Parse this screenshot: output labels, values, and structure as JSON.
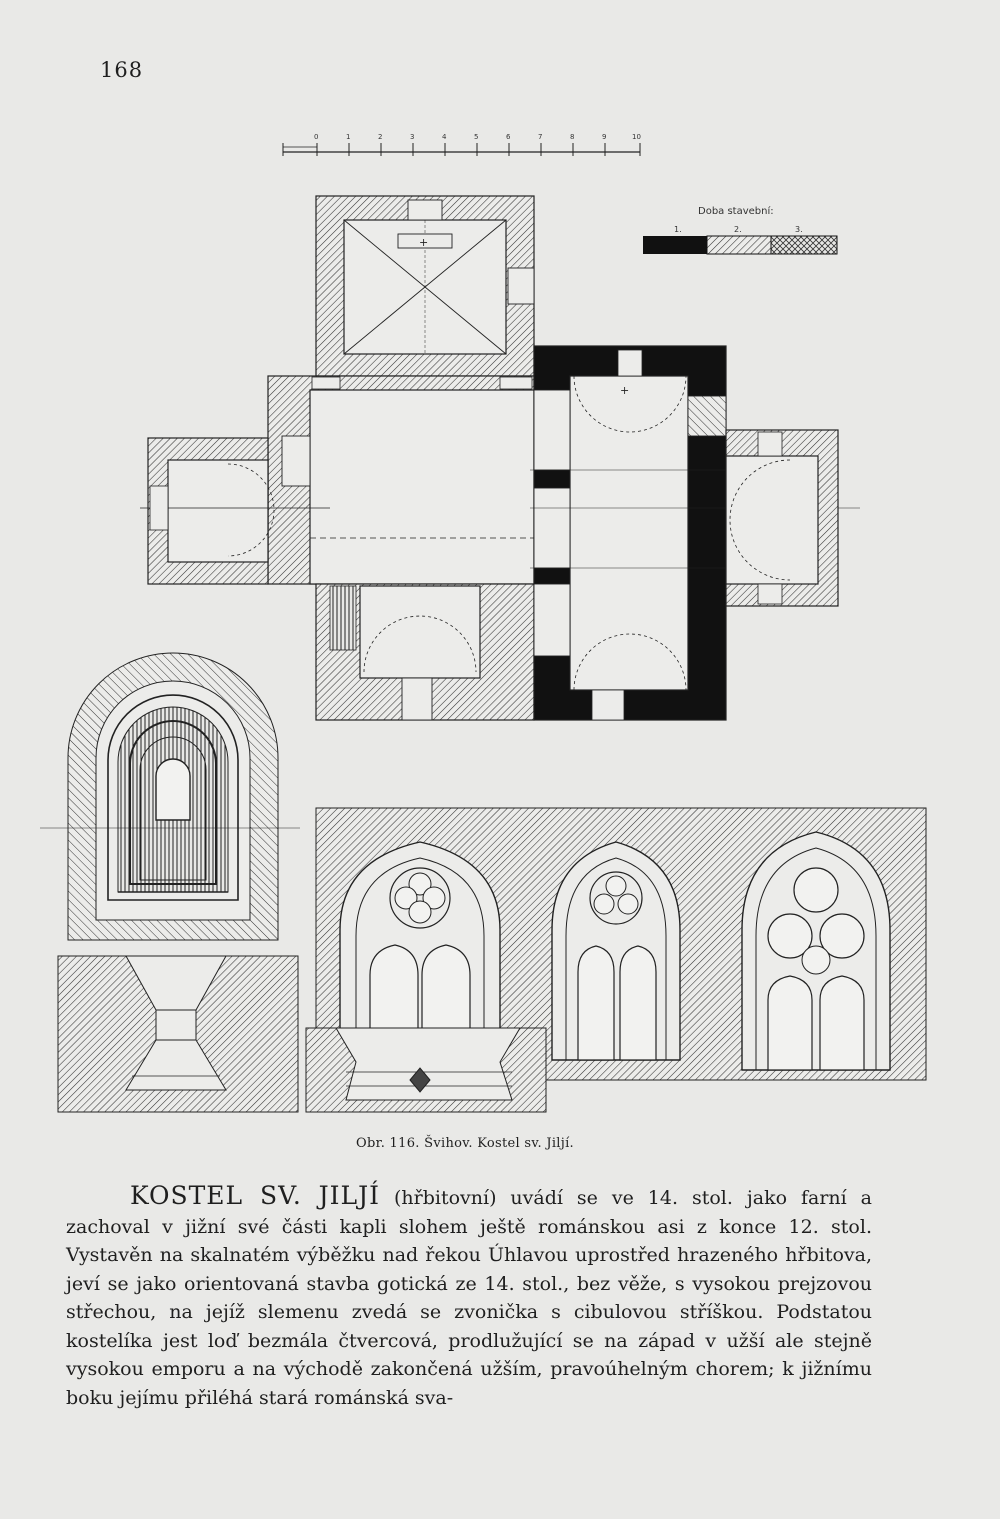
{
  "page": {
    "number": "168"
  },
  "figure": {
    "scale_labels": [
      "0",
      "1",
      "2",
      "3",
      "4",
      "5",
      "6",
      "7",
      "8",
      "9",
      "10"
    ],
    "legend_title": "Doba stavební:",
    "legend_items": [
      {
        "label": "1.",
        "fill": "solid-black"
      },
      {
        "label": "2.",
        "fill": "hatched"
      },
      {
        "label": "3.",
        "fill": "cross-hatched"
      }
    ],
    "caption": "Obr. 116. Švihov. Kostel sv. Jiljí."
  },
  "article": {
    "lead": "KOSTEL SV. JILJÍ",
    "text": " (hřbitovní) uvádí se ve 14. stol. jako farní a zachoval v jižní své části kapli slohem ještě románskou asi z konce 12. stol. Vystavěn na skalnatém výběžku nad řekou Úhlavou uprostřed hrazeného hřbitova, jeví se jako orientovaná stavba gotická ze 14. stol., bez věže, s vysokou prejzovou střechou, na jejíž slemenu zvedá se zvonička s cibulovou stříškou. Podstatou kostelíka jest loď bezmála čtvercová, prodlužující se na západ v užší ale stejně vysokou emporu a na východě zakončená užším, pravoúhelným chorem; k jižnímu boku jejímu přiléhá stará románská sva-"
  }
}
